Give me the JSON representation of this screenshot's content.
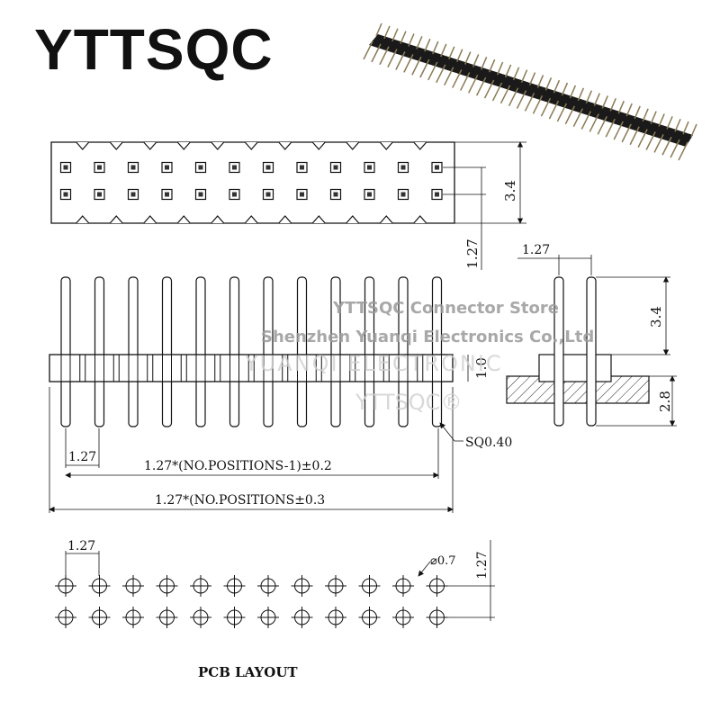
{
  "brand": "YTTSQC",
  "watermark": {
    "store": "YTTSQC Connector Store",
    "company": "Shenzhen Yuanqi Electronics Co.,Ltd",
    "faint": "YUANQI ELECTRONIC",
    "logo": "YTTSQC®"
  },
  "dimensions": {
    "top_height": "3.4",
    "top_pitch": "1.27",
    "side_pitch": "1.27",
    "side_pin_top": "3.4",
    "side_body": "1.0",
    "side_bottom": "2.8",
    "front_pitch": "1.27",
    "sq": "SQ0.40",
    "row_length": "1.27*(NO.POSITIONS-1)±0.2",
    "total_length": "1.27*(NO.POSITIONS±0.3",
    "pcb_pitch_x": "1.27",
    "pcb_hole": "⌀0.7",
    "pcb_pitch_y": "1.27"
  },
  "pcb_label": "PCB LAYOUT",
  "connector": {
    "positions_per_row": 12,
    "rows": 2
  },
  "icons": {
    "product": "pin-header-photo-icon"
  }
}
